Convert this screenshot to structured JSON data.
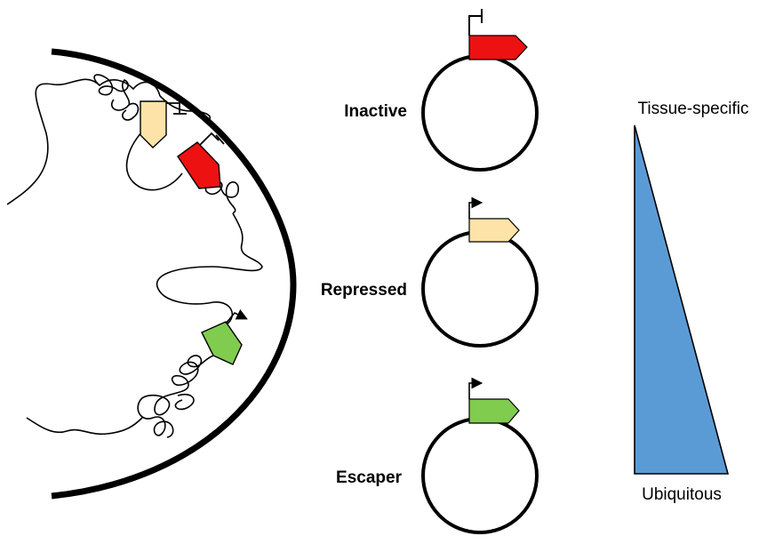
{
  "states": [
    {
      "label": "Inactive",
      "gene_color": "#ee1111",
      "promoter": "blocked"
    },
    {
      "label": "Repressed",
      "gene_color": "#fde3a7",
      "promoter": "active"
    },
    {
      "label": "Escaper",
      "gene_color": "#80cc4f",
      "promoter": "active"
    }
  ],
  "gradient": {
    "top_label": "Tissue-specific",
    "bottom_label": "Ubiquitous",
    "fill_color": "#5b9bd5"
  }
}
